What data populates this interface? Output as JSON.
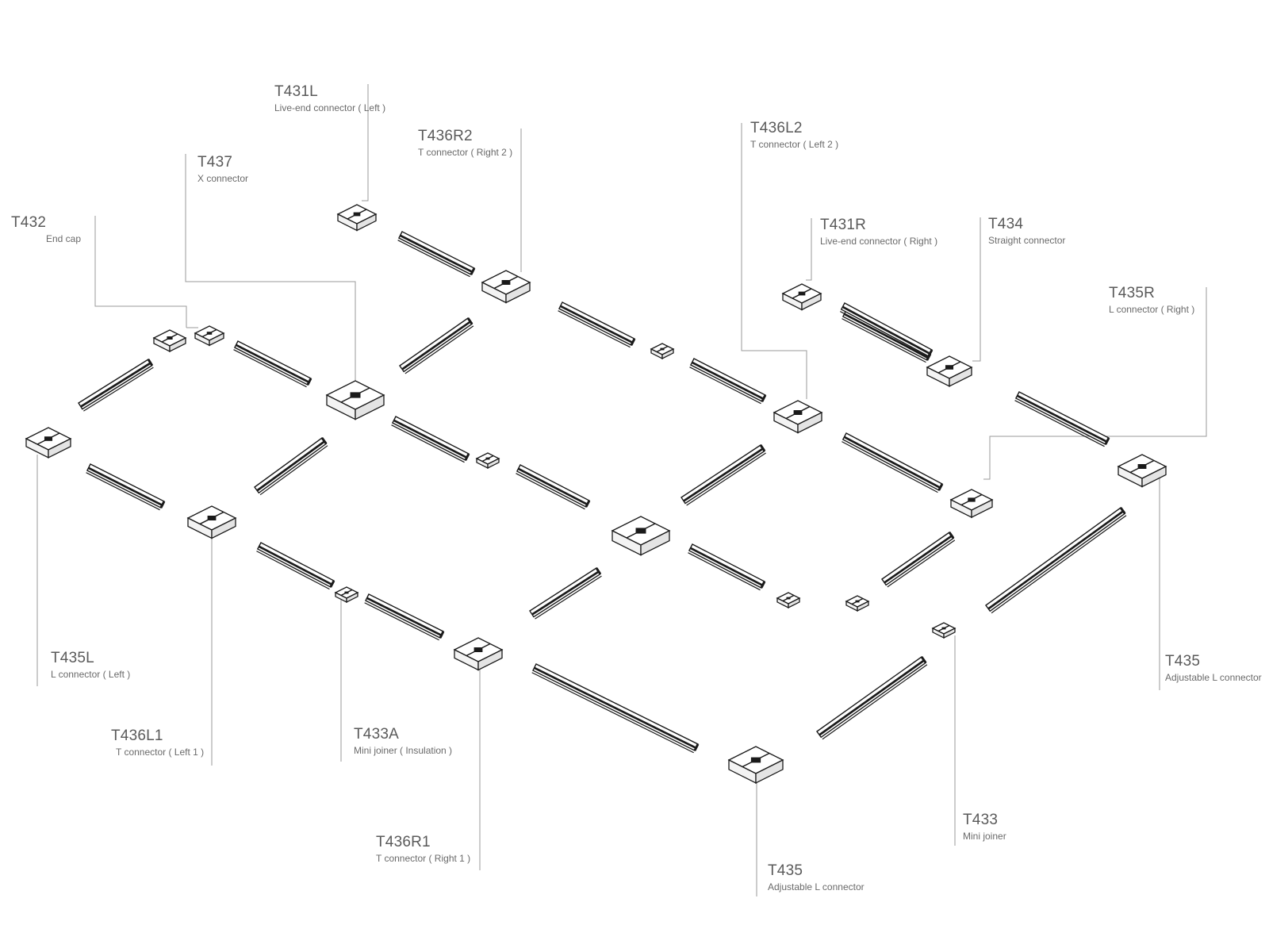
{
  "diagram": {
    "labels": {
      "t431l": {
        "code": "T431L",
        "desc": "Live-end connector ( Left )"
      },
      "t436r2": {
        "code": "T436R2",
        "desc": "T connector ( Right 2 )"
      },
      "t437": {
        "code": "T437",
        "desc": "X connector"
      },
      "t432": {
        "code": "T432",
        "desc": "End cap"
      },
      "t436l2": {
        "code": "T436L2",
        "desc": "T connector ( Left 2 )"
      },
      "t431r": {
        "code": "T431R",
        "desc": "Live-end connector ( Right )"
      },
      "t434": {
        "code": "T434",
        "desc": "Straight connector"
      },
      "t435r": {
        "code": "T435R",
        "desc": "L connector ( Right )"
      },
      "t435l": {
        "code": "T435L",
        "desc": "L connector ( Left )"
      },
      "t436l1": {
        "code": "T436L1",
        "desc": "T connector ( Left 1 )"
      },
      "t433a": {
        "code": "T433A",
        "desc": "Mini joiner ( Insulation )"
      },
      "t436r1": {
        "code": "T436R1",
        "desc": "T connector ( Right 1 )"
      },
      "t435a": {
        "code": "T435",
        "desc": "Adjustable L connector"
      },
      "t433": {
        "code": "T433",
        "desc": "Mini joiner"
      },
      "t435b": {
        "code": "T435",
        "desc": "Adjustable L connector"
      }
    }
  }
}
